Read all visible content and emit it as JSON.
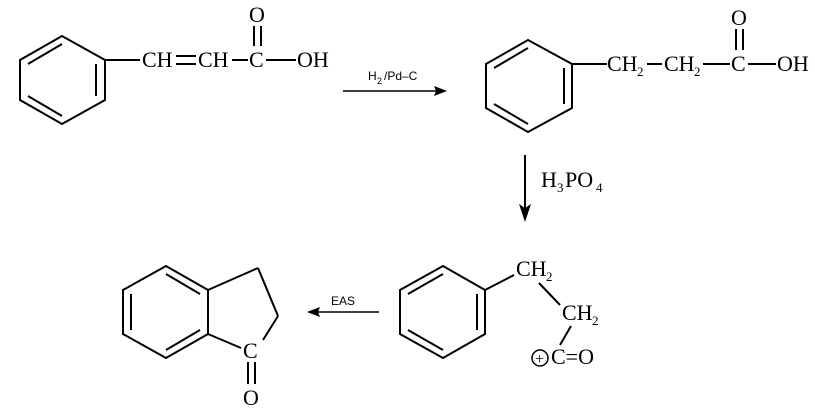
{
  "molecule_1": {
    "chain_ch1": "CH",
    "chain_ch2": "CH",
    "carbonyl_c": "C",
    "carbonyl_o": "O",
    "hydroxyl": "OH"
  },
  "step_1": {
    "reagent_main": "H",
    "reagent_sub": "2",
    "reagent_rest": "/Pd–C"
  },
  "molecule_2": {
    "ch2_a_main": "CH",
    "ch2_a_sub": "2",
    "ch2_b_main": "CH",
    "ch2_b_sub": "2",
    "carbonyl_c": "C",
    "carbonyl_o": "O",
    "hydroxyl": "OH"
  },
  "step_2": {
    "h": "H",
    "h_sub": "3",
    "po": "PO",
    "po_sub": "4"
  },
  "molecule_3": {
    "ch2_top_main": "CH",
    "ch2_top_sub": "2",
    "ch2_mid_main": "CH",
    "ch2_mid_sub": "2",
    "charge": "+",
    "acylium": "C=O"
  },
  "step_3": {
    "label": "EAS"
  },
  "molecule_4": {
    "carbonyl_c": "C",
    "carbonyl_o": "O"
  }
}
